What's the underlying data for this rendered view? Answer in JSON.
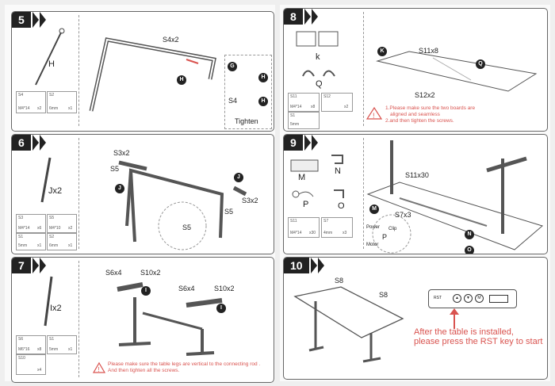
{
  "step5": {
    "num": "5",
    "part_h": "H",
    "screws": "S4x2",
    "mini1_a": "S4",
    "mini1_b": "M4*14",
    "mini1_c": "x2",
    "mini2_a": "S2",
    "mini2_b": "6mm",
    "mini2_c": "x1",
    "zoom_g": "G",
    "zoom_h": "H",
    "zoom_h2": "H",
    "zoom_s4": "S4",
    "tighten": "Tighten",
    "main_h": "H"
  },
  "step6": {
    "num": "6",
    "part": "Jx2",
    "s3top": "S3x2",
    "s5a": "S5",
    "s3b": "S3x2",
    "s5b": "S5",
    "s5c": "S5",
    "j1": "J",
    "j2": "J",
    "m1a": "S3",
    "m1b": "M4*14",
    "m1c": "x6",
    "m2a": "S5",
    "m2b": "M4*10",
    "m2c": "x2",
    "m3a": "S1",
    "m3b": "5mm",
    "m3c": "x1",
    "m4a": "S2",
    "m4b": "6mm",
    "m4c": "x1"
  },
  "step7": {
    "num": "7",
    "part": "Ix2",
    "s6a": "S6x4",
    "s10a": "S10x2",
    "s6b": "S6x4",
    "s10b": "S10x2",
    "i1": "I",
    "i2": "I",
    "m1a": "S6",
    "m1b": "M6*16",
    "m1c": "x8",
    "m2a": "S1",
    "m2b": "5mm",
    "m2c": "x1",
    "m3a": "S10",
    "m3b": "x4",
    "warning": "Please make sure the table legs are vertical to the connecting rod . And then tighten all the screws."
  },
  "step8": {
    "num": "8",
    "k": "k",
    "q": "Q",
    "s11": "S11x8",
    "s12": "S12x2",
    "ck": "K",
    "cq": "Q",
    "m1a": "S11",
    "m1b": "M4*14",
    "m1c": "x8",
    "m2a": "S12",
    "m2b": "x2",
    "m3a": "S1",
    "m3b": "5mm",
    "warn1": "1.Please make sure the two boards are",
    "warn2": "aligned and seamless",
    "warn3": "2.and then tighten  the screws."
  },
  "step9": {
    "num": "9",
    "m": "M",
    "n": "N",
    "p": "P",
    "o": "O",
    "s11": "S11x30",
    "s7": "S7x3",
    "power": "Power",
    "motor": "Motor",
    "plabel": "P",
    "clip": "Clip",
    "cm": "M",
    "cn": "N",
    "co": "O",
    "m1a": "S11",
    "m1b": "M4*14",
    "m1c": "x30",
    "m2a": "S7",
    "m2b": "4mm",
    "m2c": "x3"
  },
  "step10": {
    "num": "10",
    "s8a": "S8",
    "s8b": "S8",
    "rst": "RST",
    "btn1": "▲",
    "btn2": "▼",
    "btn3": "M",
    "note1": "After the table is installed,",
    "note2": "please press the RST key to start"
  }
}
